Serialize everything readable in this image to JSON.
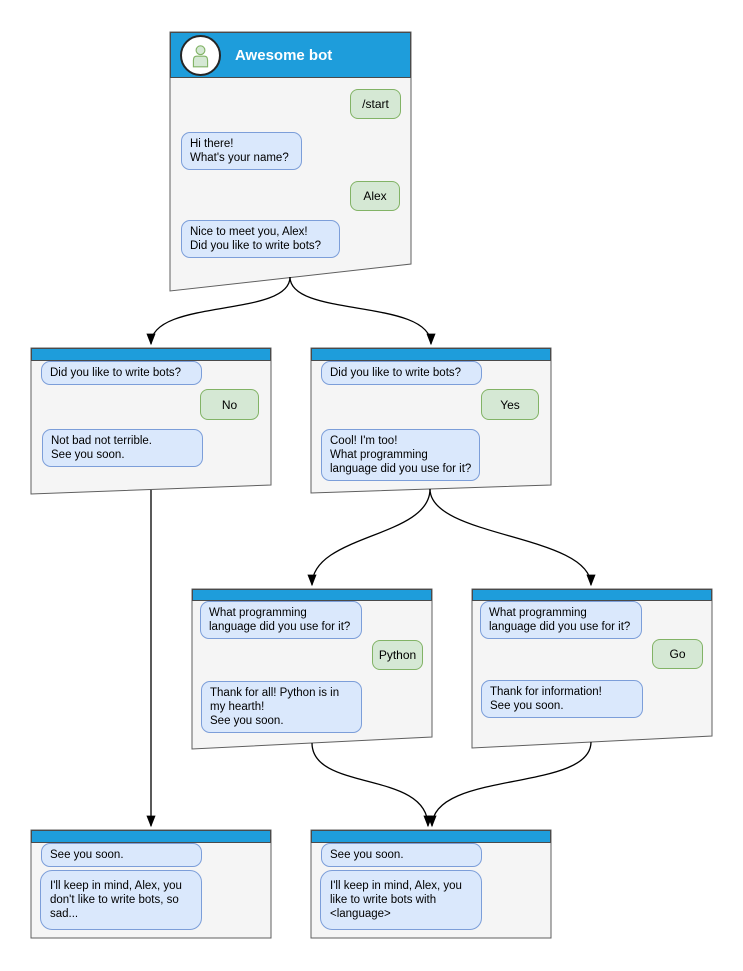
{
  "colors": {
    "header_blue": "#1E9DDB",
    "window_fill": "#F5F5F5",
    "window_border": "#5F5F5F",
    "bot_bubble_fill": "#DAE8FC",
    "bot_bubble_border": "#7C9ED9",
    "user_bubble_fill": "#D5E8D4",
    "user_bubble_border": "#82B366",
    "arrow_color": "#000000",
    "title_color": "#FFFFFF"
  },
  "main_window": {
    "title": "Awesome bot",
    "avatar_icon": "person-icon",
    "messages": {
      "start_command": "/start",
      "greeting": "Hi there!\nWhat's your name?",
      "user_name": "Alex",
      "ask_bots": "Nice to meet you, Alex!\nDid you like to write bots?"
    }
  },
  "branch_no": {
    "question": "Did you like to write bots?",
    "answer": "No",
    "reply": "Not bad not terrible.\nSee you soon."
  },
  "branch_yes": {
    "question": "Did you like to write bots?",
    "answer": "Yes",
    "reply": "Cool! I'm too!\nWhat programming\nlanguage did you use for it?"
  },
  "branch_python": {
    "question": "What programming\nlanguage did you use for it?",
    "answer": "Python",
    "reply": "Thank for all! Python is in\nmy hearth!\nSee you soon."
  },
  "branch_go": {
    "question": "What programming\nlanguage did you use for it?",
    "answer": "Go",
    "reply": "Thank for information!\nSee you soon."
  },
  "end_no": {
    "question": "See you soon.",
    "reply": "I'll keep in mind, Alex, you\ndon't like to write bots, so\nsad..."
  },
  "end_yes": {
    "question": "See you soon.",
    "reply": "I'll keep in mind, Alex, you\nlike to write bots with\n<language>"
  }
}
